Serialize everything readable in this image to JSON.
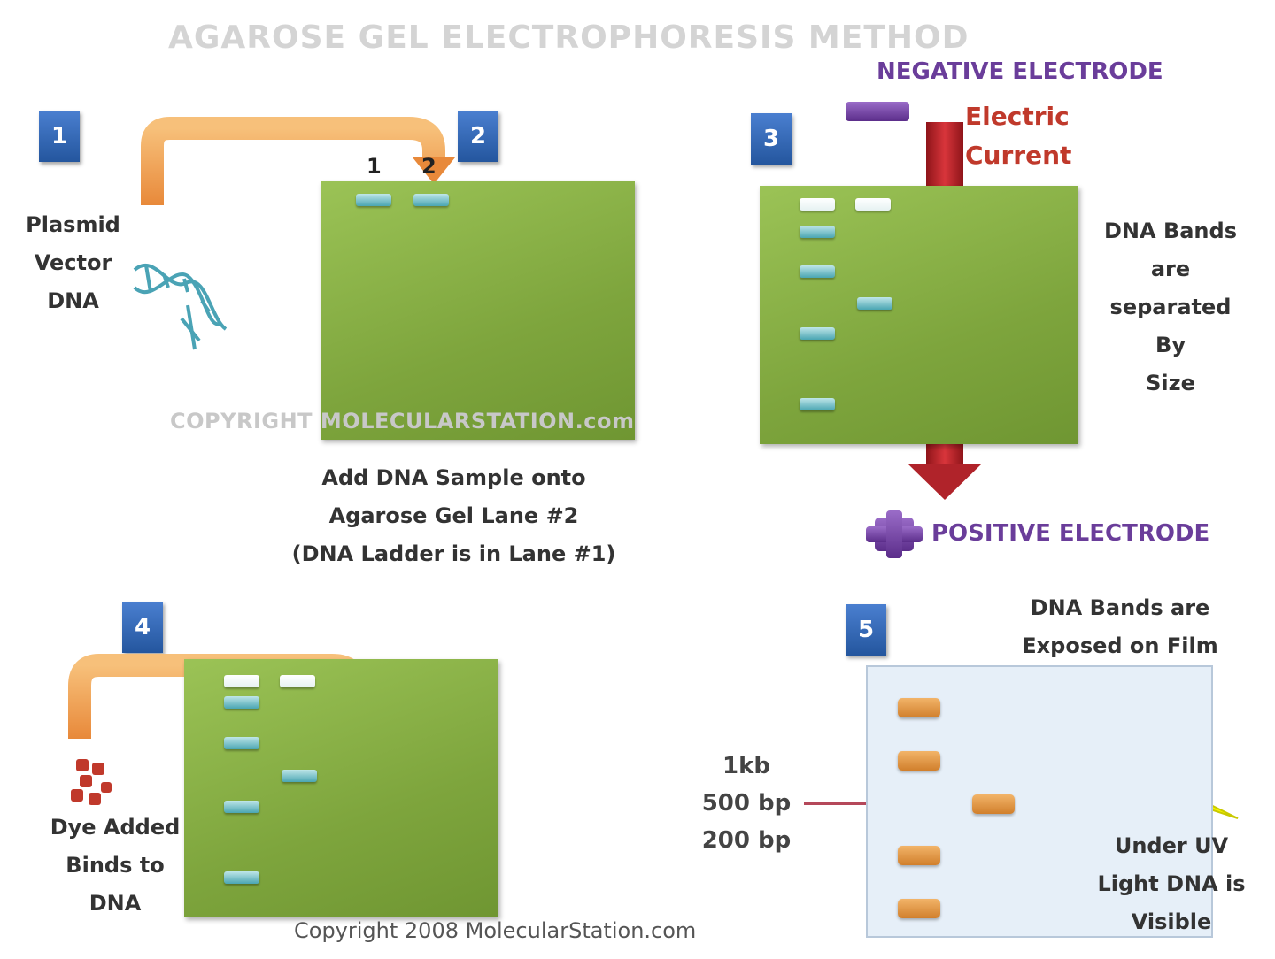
{
  "title": "AGAROSE GEL ELECTROPHORESIS METHOD",
  "steps": [
    "1",
    "2",
    "3",
    "4",
    "5"
  ],
  "step1": {
    "label_lines": [
      "Plasmid",
      "Vector",
      "DNA"
    ]
  },
  "step2": {
    "lane_numbers": [
      "1",
      "2"
    ],
    "caption_lines": [
      "Add DNA Sample onto",
      "Agarose Gel Lane #2",
      "(DNA Ladder is in Lane #1)"
    ],
    "watermark": "COPYRIGHT MOLECULARSTATION.com"
  },
  "step3": {
    "negative_electrode": "NEGATIVE ELECTRODE",
    "current_lines": [
      "Electric",
      "Current"
    ],
    "positive_electrode": "POSITIVE ELECTRODE",
    "side_lines": [
      "DNA Bands",
      "are",
      "separated",
      "By",
      "Size"
    ]
  },
  "step4": {
    "label_lines": [
      "Dye Added",
      "Binds to",
      "DNA"
    ]
  },
  "step5": {
    "header_lines": [
      "DNA Bands are",
      "Exposed on Film"
    ],
    "marker_lines": [
      "1kb",
      "500 bp",
      "200 bp"
    ],
    "uv_lines": [
      "Under UV",
      "Light DNA is",
      "Visible"
    ]
  },
  "footer": "Copyright 2008 MolecularStation.com",
  "colors": {
    "gel": "#8db64a",
    "band": "#4aa6b3",
    "badge": "#2f63b0",
    "arrow_orange": "#f0a050",
    "current_red": "#c0262c",
    "electrode_purple": "#6a3d9a",
    "film_band": "#e49a45",
    "lightning": "#f2f200"
  }
}
